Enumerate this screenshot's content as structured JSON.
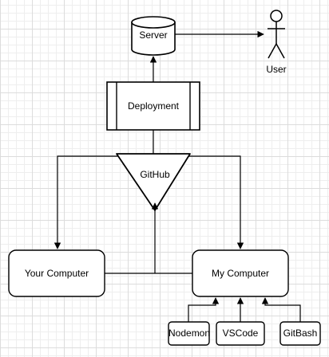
{
  "nodes": {
    "server": "Server",
    "user": "User",
    "deployment": "Deployment",
    "github": "GitHub",
    "your_computer": "Your Computer",
    "my_computer": "My Computer",
    "nodemon": "Nodemon",
    "vscode": "VSCode",
    "gitbash": "GitBash"
  },
  "colors": {
    "stroke": "#000000",
    "fill": "#ffffff"
  }
}
